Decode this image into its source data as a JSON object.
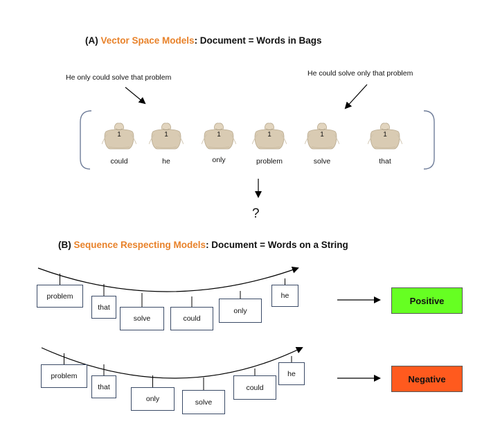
{
  "section_a": {
    "label": "(A) ",
    "highlight": "Vector Space Models",
    "rest": ": Document = Words in Bags",
    "caption_left": "He only could solve that problem",
    "caption_right": "He could solve only that problem",
    "bags": [
      {
        "count": "1",
        "word": "could"
      },
      {
        "count": "1",
        "word": "he"
      },
      {
        "count": "1",
        "word": "only"
      },
      {
        "count": "1",
        "word": "problem"
      },
      {
        "count": "1",
        "word": "solve"
      },
      {
        "count": "1",
        "word": "that"
      }
    ],
    "question": "?"
  },
  "section_b": {
    "label": "(B) ",
    "highlight": "Sequence Respecting Models",
    "rest": ": Document = Words on a String",
    "string1_words": [
      "problem",
      "that",
      "solve",
      "could",
      "only",
      "he"
    ],
    "string2_words": [
      "problem",
      "that",
      "only",
      "solve",
      "could",
      "he"
    ],
    "result_positive": "Positive",
    "result_negative": "Negative"
  },
  "colors": {
    "highlight": "#e8822a",
    "positive": "#66ff22",
    "negative": "#ff5a1e",
    "bracket": "#6f7d99",
    "bag": "#d9cbb3"
  }
}
